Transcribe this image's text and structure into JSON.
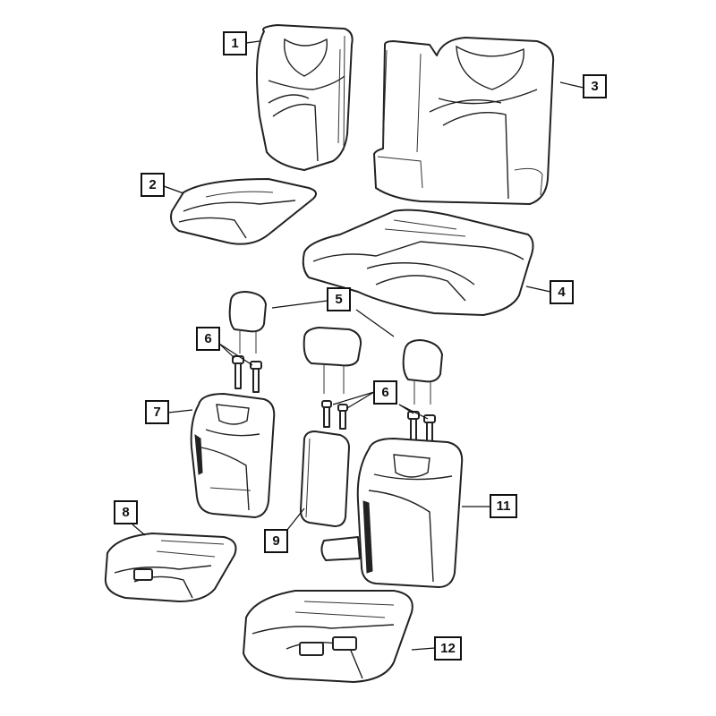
{
  "callouts": {
    "c1": "1",
    "c2": "2",
    "c3": "3",
    "c4": "4",
    "c5": "5",
    "c6a": "6",
    "c6b": "6",
    "c7": "7",
    "c8": "8",
    "c9": "9",
    "c11": "11",
    "c12": "12"
  }
}
